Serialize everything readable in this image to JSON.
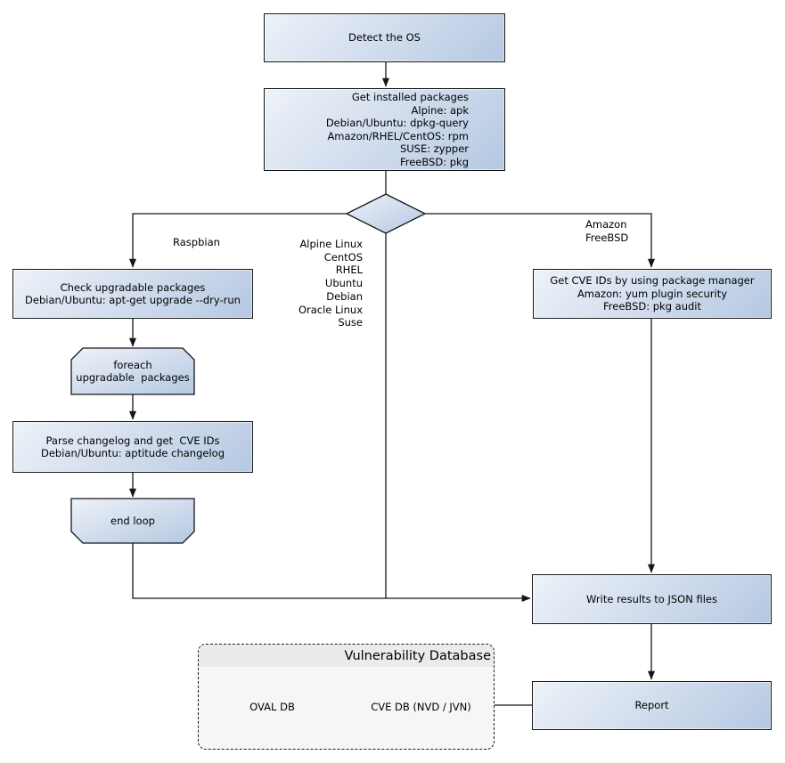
{
  "colors": {
    "node_grad_light": "#eef2f9",
    "node_grad_dark": "#b5c8e2",
    "cyl_top": "#dde6f2",
    "cyl_body_light": "#dae3f0",
    "cyl_body_dark": "#b5c7e0",
    "border": "#161616",
    "line": "#161616",
    "db_panel_bg": "#f6f6f5",
    "db_panel_band": "#eaebea"
  },
  "nodes": {
    "detect_os": "Detect the OS",
    "get_installed_packages": "Get installed packages\nAlpine: apk\nDebian/Ubuntu: dpkg-query\nAmazon/RHEL/CentOS: rpm\nSUSE: zypper\nFreeBSD: pkg",
    "check_upgradable": "Check upgradable packages\nDebian/Ubuntu: apt-get upgrade --dry-run",
    "foreach_loop": "foreach\nupgradable  packages",
    "parse_changelog": "Parse changelog and get  CVE IDs\nDebian/Ubuntu: aptitude changelog",
    "end_loop": "end loop",
    "get_cve_ids": "Get CVE IDs by using package manager\nAmazon: yum plugin security\nFreeBSD: pkg audit",
    "write_results": "Write results to JSON files",
    "report": "Report"
  },
  "edge_labels": {
    "raspbian": "Raspbian",
    "os_list": "Alpine Linux\nCentOS\nRHEL\nUbuntu\nDebian\nOracle Linux\nSuse",
    "amazon_freebsd": "Amazon\nFreeBSD"
  },
  "database": {
    "title": "Vulnerability Database",
    "cylinders": [
      "OVAL DB",
      "CVE DB (NVD / JVN)"
    ]
  }
}
